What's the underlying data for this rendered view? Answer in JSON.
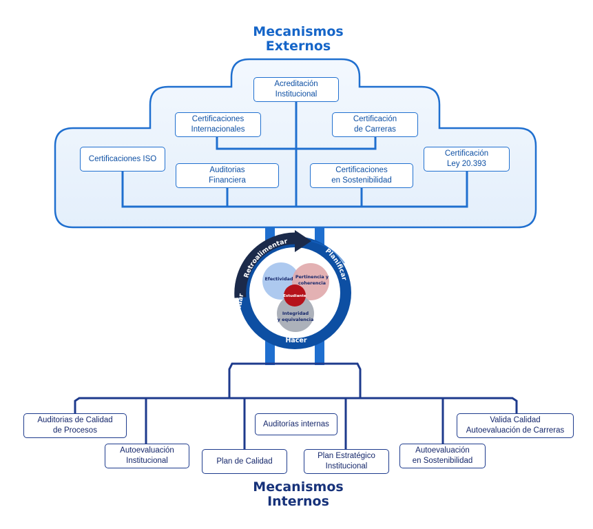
{
  "external": {
    "title_line1": "Mecanismos",
    "title_line2": "Externos",
    "items": [
      {
        "id": "acreditacion",
        "label": "Acreditación\nInstitucional"
      },
      {
        "id": "cert-internacionales",
        "label": "Certificaciones\nInternacionales"
      },
      {
        "id": "cert-carreras",
        "label": "Certificación\nde Carreras"
      },
      {
        "id": "cert-iso",
        "label": "Certificaciones ISO"
      },
      {
        "id": "auditorias-financiera",
        "label": "Auditorias\nFinanciera"
      },
      {
        "id": "cert-sostenibilidad",
        "label": "Certificaciones\nen Sostenibilidad"
      },
      {
        "id": "cert-ley",
        "label": "Certificación\nLey 20.393"
      }
    ]
  },
  "cycle": {
    "retroalimentar": "Retroalimentar",
    "planificar": "Planificar",
    "hacer": "Hacer",
    "evaluar": "Evaluar",
    "efectividad": "Efectividad",
    "pertinencia_line1": "Pertinencia y",
    "pertinencia_line2": "coherencia",
    "integridad_line1": "Integridad",
    "integridad_line2": "y equivalencia",
    "estudiante": "Estudiante",
    "colors": {
      "ring": "#0d4fa3",
      "arrow_dark": "#1b2a4a",
      "efectividad": "#a9c6ee",
      "pertinencia": "#e0a8ab",
      "integridad": "#a3a8b3",
      "estudiante": "#b5121b"
    }
  },
  "internal": {
    "title_line1": "Mecanismos",
    "title_line2": "Internos",
    "items": [
      {
        "id": "auditorias-calidad",
        "label": "Auditorias de Calidad\nde Procesos"
      },
      {
        "id": "autoevaluacion-institucional",
        "label": "Autoevaluación\nInstitucional"
      },
      {
        "id": "plan-calidad",
        "label": "Plan de Calidad"
      },
      {
        "id": "auditorias-internas",
        "label": "Auditorías internas"
      },
      {
        "id": "plan-estrategico",
        "label": "Plan Estratégico\nInstitucional"
      },
      {
        "id": "autoevaluacion-sostenibilidad",
        "label": "Autoevaluación\nen Sostenibilidad"
      },
      {
        "id": "valida-calidad",
        "label": "Valida Calidad\nAutoevaluación de Carreras"
      }
    ]
  }
}
